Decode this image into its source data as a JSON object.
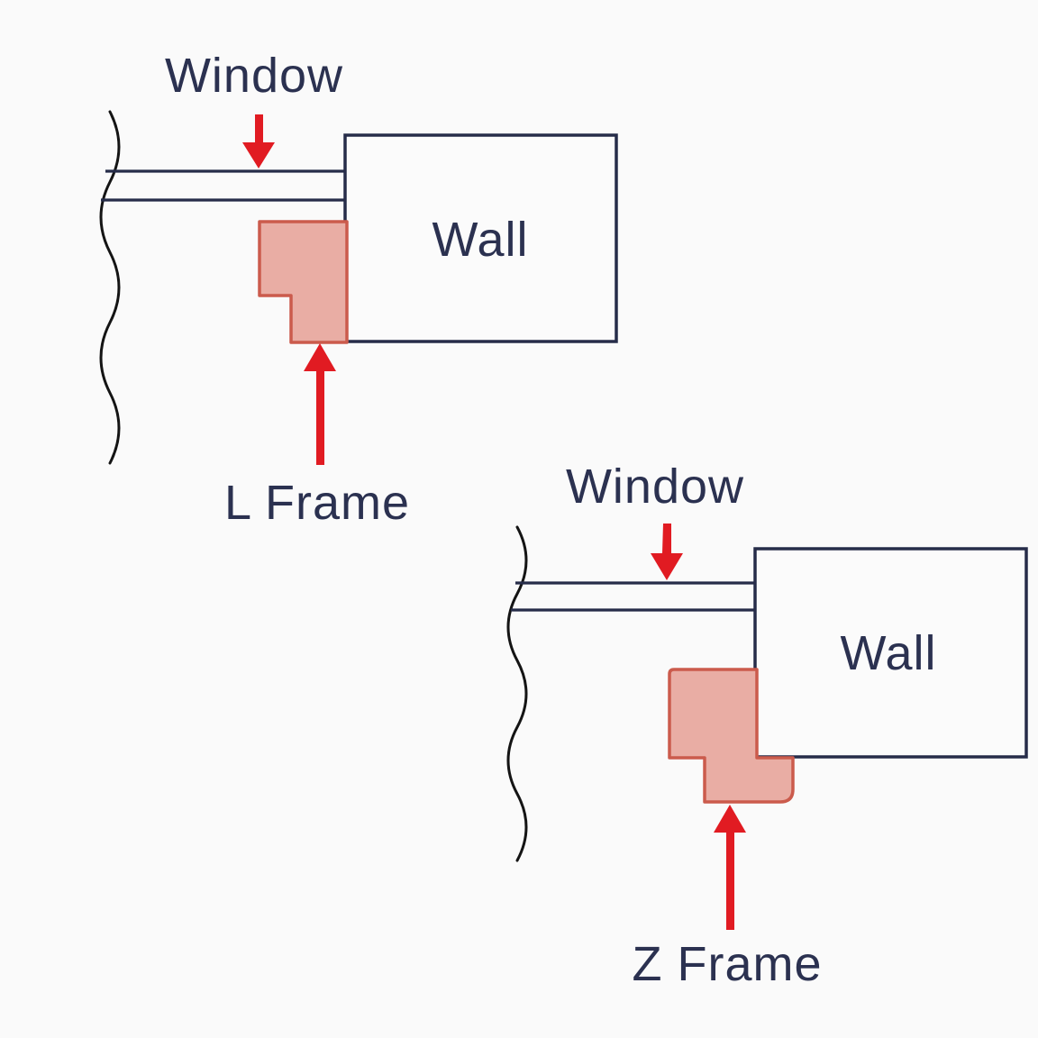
{
  "title": "Window frame installation types diagram",
  "colors": {
    "background": "#fafafa",
    "outline": "#262c49",
    "text": "#2b3150",
    "arrow": "#e11b22",
    "frame_fill": "#e9ada4",
    "frame_stroke": "#cb5b4c",
    "break_line": "#141414",
    "wall_fill": "#fbfbfb"
  },
  "diagram_l": {
    "frame_type": "L",
    "window_label": "Window",
    "wall_label": "Wall",
    "frame_label": "L Frame"
  },
  "diagram_z": {
    "frame_type": "Z",
    "window_label": "Window",
    "wall_label": "Wall",
    "frame_label": "Z Frame"
  }
}
